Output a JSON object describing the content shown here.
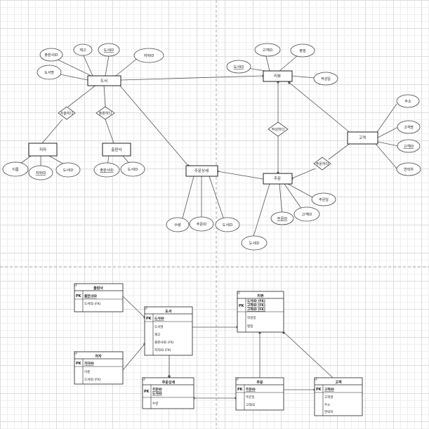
{
  "conceptual": {
    "entities": {
      "book": "도서",
      "author": "저자",
      "publisher": "출판사",
      "review": "리뷰",
      "customer": "고객",
      "order": "주문",
      "order_detail": "주문상세"
    },
    "attributes": {
      "book_pub_id": "출판사ID",
      "book_stock": "재고",
      "book_id": "도서ID",
      "book_title": "도서명",
      "book_author_id": "저자ID",
      "review_customer_id": "고객ID",
      "review_rating": "평점",
      "review_book_id": "도서ID",
      "review_date": "작성일",
      "author_name": "이름",
      "author_id": "저자ID",
      "author_book_id": "도서ID",
      "publisher_id": "출판사ID",
      "publisher_book_id": "도서ID",
      "customer_address": "주소",
      "customer_name": "고객명",
      "customer_id": "고객ID",
      "customer_contact": "연락처",
      "order_date": "주문일",
      "order_customer_id": "고객ID",
      "order_id": "주문ID",
      "order_book_id": "도서ID",
      "detail_qty": "수량",
      "detail_order_id": "주문ID",
      "detail_book_id": "도서ID"
    },
    "relationships": {
      "writes": "저술하다",
      "publishes": "출판하다",
      "reviews": "작성하다",
      "orders": "주문하다"
    }
  },
  "logical": {
    "publisher": {
      "title": "출판사",
      "pk": "PK",
      "pk_field": "출판사ID",
      "fields": [
        "도서ID (FK)"
      ]
    },
    "author": {
      "title": "저자",
      "pk": "PK",
      "pk_field": "저자ID",
      "fields": [
        "이름",
        "도서ID (FK)"
      ]
    },
    "book": {
      "title": "도서",
      "pk": "PK",
      "pk_field": "도서ID",
      "fields": [
        "도서명",
        "재고",
        "출판사ID (FK)",
        "저자ID (FK)"
      ]
    },
    "review": {
      "title": "리뷰",
      "pk": "PK",
      "pk_fields": [
        "도서ID (FK)",
        "고객ID (FK)",
        "고객ID (FK)"
      ],
      "fields": [
        "작성일",
        "평점"
      ]
    },
    "order_detail": {
      "title": "주문상세",
      "pk": "PK",
      "pk_fields": [
        "주문ID",
        "도서ID"
      ],
      "fields": [
        "수량"
      ]
    },
    "order": {
      "title": "주문",
      "pk": "PK",
      "pk_field": "주문ID",
      "fields": [
        "주문일",
        "고객ID"
      ]
    },
    "customer": {
      "title": "고객",
      "pk": "PK",
      "pk_field": "고객ID",
      "fields": [
        "고객명",
        "주소",
        "연락처"
      ]
    }
  }
}
